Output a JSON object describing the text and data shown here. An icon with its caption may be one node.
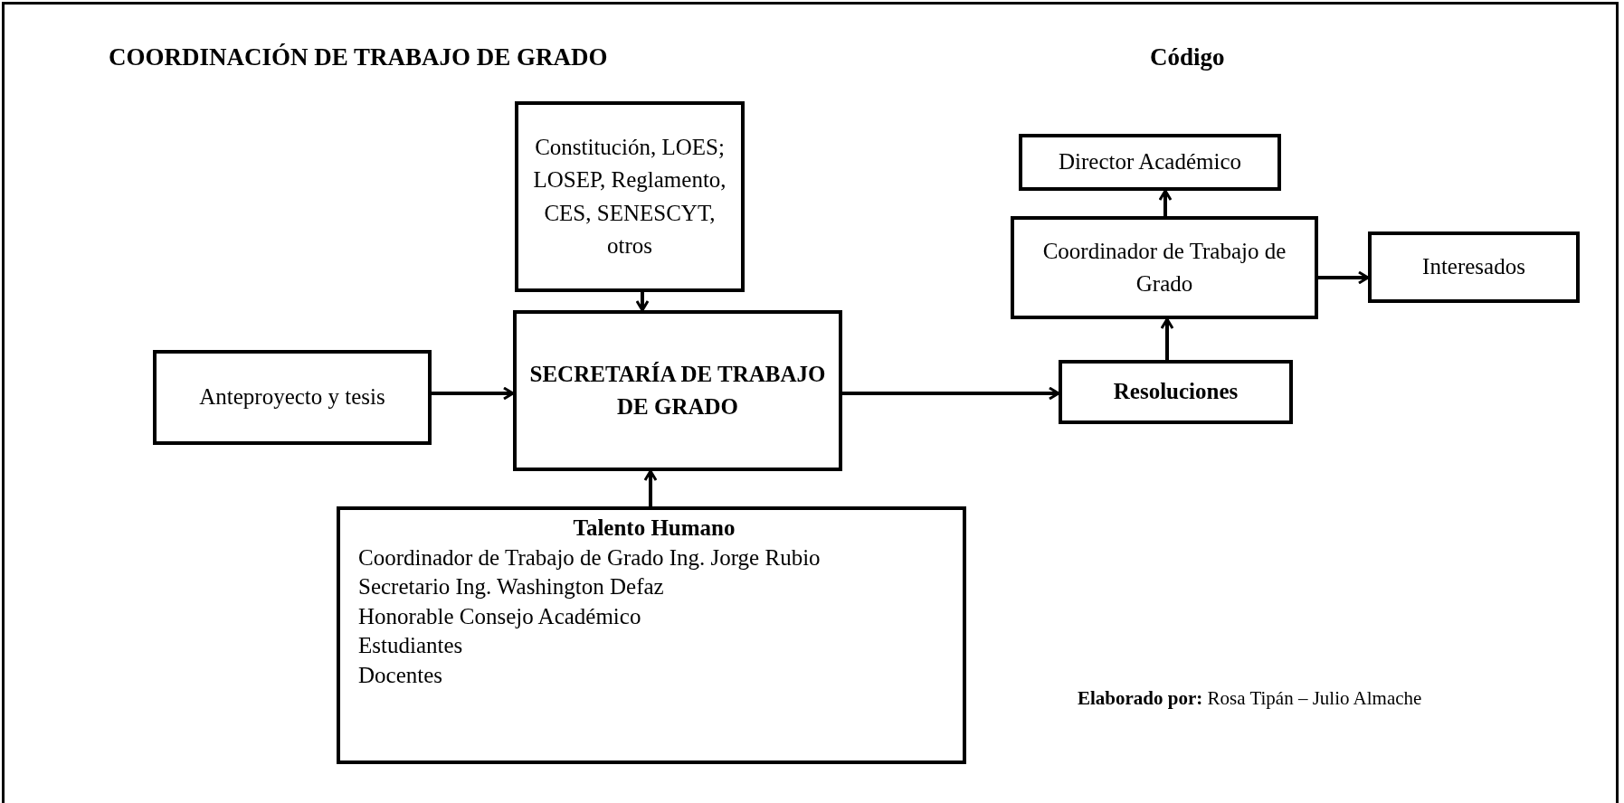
{
  "diagram": {
    "title": "COORDINACIÓN DE TRABAJO DE GRADO",
    "nodes": [
      {
        "text": [
          "Constitución, LOES; LOSEP, Reglamento, CES, SENESCYT, otros"
        ]
      },
      {
        "text": [
          "Director Académico"
        ]
      },
      {
        "text": [
          "Coordinador de Trabajo de Grado"
        ]
      },
      {
        "text": [
          "Interesados"
        ]
      },
      {
        "text": [
          "SECRETARÍA DE TRABAJO DE GRADO"
        ]
      },
      {
        "text": [
          "Anteproyecto y tesis"
        ]
      },
      {
        "text": [
          "Resoluciones"
        ]
      },
      {
        "text": [
          "Talento Humano",
          "Coordinador de Trabajo de Grado Ing. Jorge Rubio",
          "Secretario Ing. Washington Defaz",
          "Honorable Consejo Académico",
          "Estudiantes",
          "Docentes"
        ]
      }
    ],
    "edges": [
      {
        "from": 0,
        "to": 4,
        "arrow": "to"
      },
      {
        "from": 5,
        "to": 4,
        "arrow": "to"
      },
      {
        "from": 7,
        "to": 4,
        "arrow": "to"
      },
      {
        "from": 4,
        "to": 6,
        "arrow": "to"
      },
      {
        "from": 6,
        "to": 2,
        "arrow": "to"
      },
      {
        "from": 2,
        "to": 1,
        "arrow": "to"
      },
      {
        "from": 2,
        "to": 3,
        "arrow": "to"
      }
    ],
    "labels": [
      "Código",
      "**Elaborado por:** Rosa Tipán – Julio Almache"
    ]
  }
}
